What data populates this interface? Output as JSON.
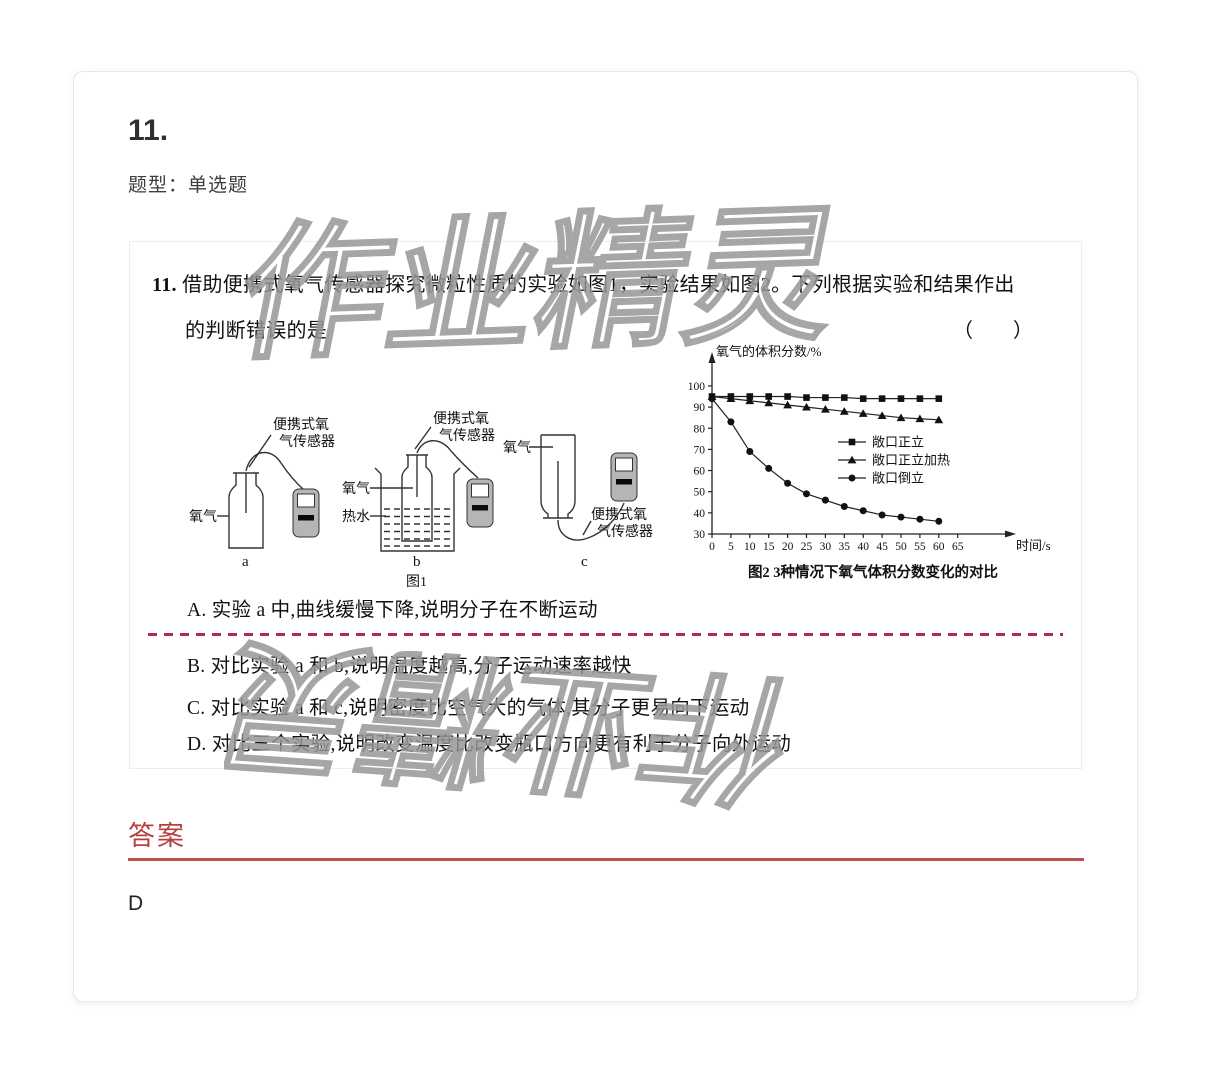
{
  "header": {
    "question_number": "11.",
    "question_type": "题型：单选题"
  },
  "question": {
    "number_prefix": "11.",
    "stem_line1": "借助便携式氧气传感器探究微粒性质的实验如图1，实验结果如图2。下列根据实验和结果作出",
    "stem_line2": "的判断错误的是",
    "answer_bracket": "（　　）",
    "options": [
      {
        "text": "A. 实验 a 中,曲线缓慢下降,说明分子在不断运动"
      },
      {
        "text": "B. 对比实验 a 和 b,说明温度越高,分子运动速率越快"
      },
      {
        "text": "C. 对比实验 a 和 c,说明密度比空气大的气体,其分子更易向下运动"
      },
      {
        "text": "D. 对比三个实验,说明改变温度比改变瓶口方向更有利于分子向外运动"
      }
    ]
  },
  "figure1": {
    "caption": "图1",
    "sensor_label_line1": "便携式氧",
    "sensor_label_line2": "气传感器",
    "oxygen_label": "氧气",
    "hot_water_label": "热水",
    "subfig_a": "a",
    "subfig_b": "b",
    "subfig_c": "c"
  },
  "chart_data": {
    "type": "line",
    "title": "图2 3种情况下氧气体积分数变化的对比",
    "ylabel": "氧气的体积分数/%",
    "xlabel": "时间/s",
    "x": [
      0,
      5,
      10,
      15,
      20,
      25,
      30,
      35,
      40,
      45,
      50,
      55,
      60
    ],
    "xticks": [
      0,
      5,
      10,
      15,
      20,
      25,
      30,
      35,
      40,
      45,
      50,
      55,
      60,
      65
    ],
    "yticks": [
      30,
      40,
      50,
      60,
      70,
      80,
      90,
      100
    ],
    "ylim": [
      30,
      100
    ],
    "grid": false,
    "legend_position": "inside-right",
    "series": [
      {
        "name": "敞口正立",
        "marker": "square",
        "values": [
          95,
          95,
          95,
          95,
          95,
          94.5,
          94.5,
          94.5,
          94,
          94,
          94,
          94,
          94
        ]
      },
      {
        "name": "敞口正立加热",
        "marker": "triangle",
        "values": [
          95,
          94,
          93,
          92,
          91,
          90,
          89,
          88,
          87,
          86,
          85,
          84.5,
          84
        ]
      },
      {
        "name": "敞口倒立",
        "marker": "circle",
        "values": [
          94,
          83,
          69,
          61,
          54,
          49,
          46,
          43,
          41,
          39,
          38,
          37,
          36
        ]
      }
    ]
  },
  "answer_section": {
    "title": "答案",
    "value": "D"
  },
  "watermark": {
    "text": "作业精灵"
  },
  "colors": {
    "accent_red": "#b5413f",
    "answer_rule_red": "#c0504d",
    "dashed_separator": "#b02a55",
    "watermark_gray": "#979797",
    "ink": "#1a1a1a"
  }
}
